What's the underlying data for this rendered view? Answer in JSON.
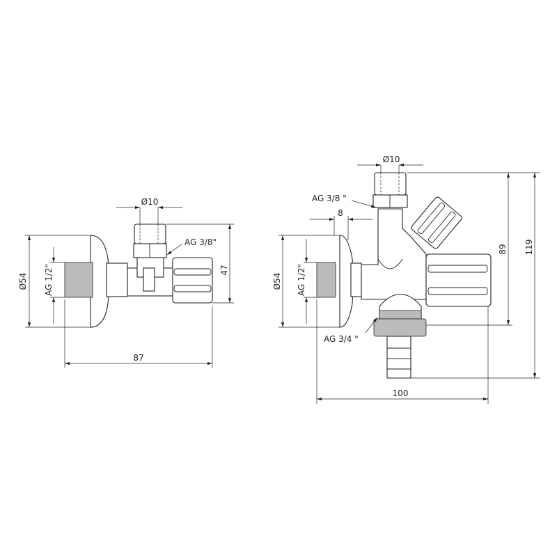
{
  "drawing": {
    "left_valve": {
      "dim_rosette": "Ø54",
      "dim_inlet_thread": "AG 1/2\"",
      "dim_outlet_diameter": "Ø10",
      "label_outlet_thread": "AG 3/8\"",
      "dim_height": "47",
      "dim_length": "87"
    },
    "right_valve": {
      "dim_rosette": "Ø54",
      "dim_inlet_thread": "AG 1/2\"",
      "dim_outlet_diameter": "Ø10",
      "label_outlet_thread": "AG 3/8 \"",
      "dim_rosette_depth": "8",
      "label_hose_thread": "AG 3/4 \"",
      "dim_height_outlet": "89",
      "dim_height_total": "119",
      "dim_length": "100"
    }
  }
}
